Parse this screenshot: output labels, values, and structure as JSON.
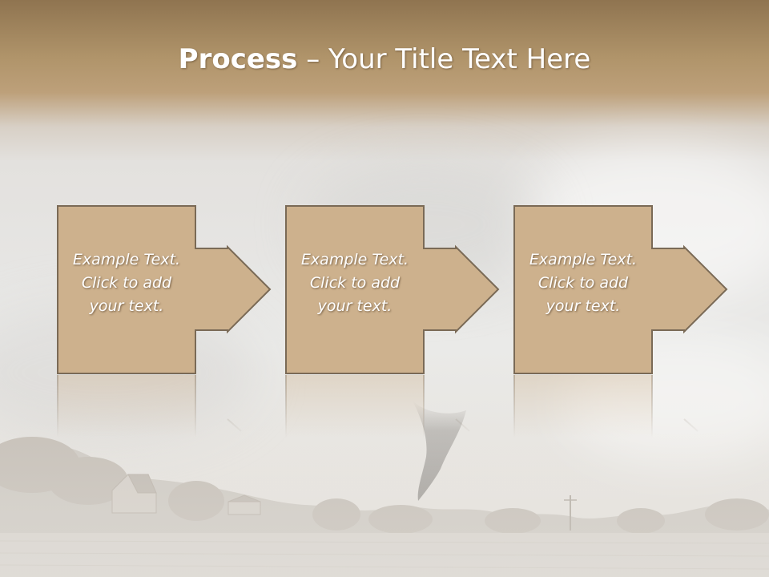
{
  "slide": {
    "title_bold": "Process",
    "title_separator": " – ",
    "title_rest": "Your Title Text Here"
  },
  "steps": [
    {
      "line1": "Example Text.",
      "line2": "Click  to add",
      "line3": "your text."
    },
    {
      "line1": "Example Text.",
      "line2": "Click  to add",
      "line3": "your text."
    },
    {
      "line1": "Example Text.",
      "line2": "Click  to add",
      "line3": "your text."
    }
  ],
  "colors": {
    "box_fill": "#cdb18d",
    "box_stroke": "#7a6a56",
    "title_text": "#ffffff"
  }
}
